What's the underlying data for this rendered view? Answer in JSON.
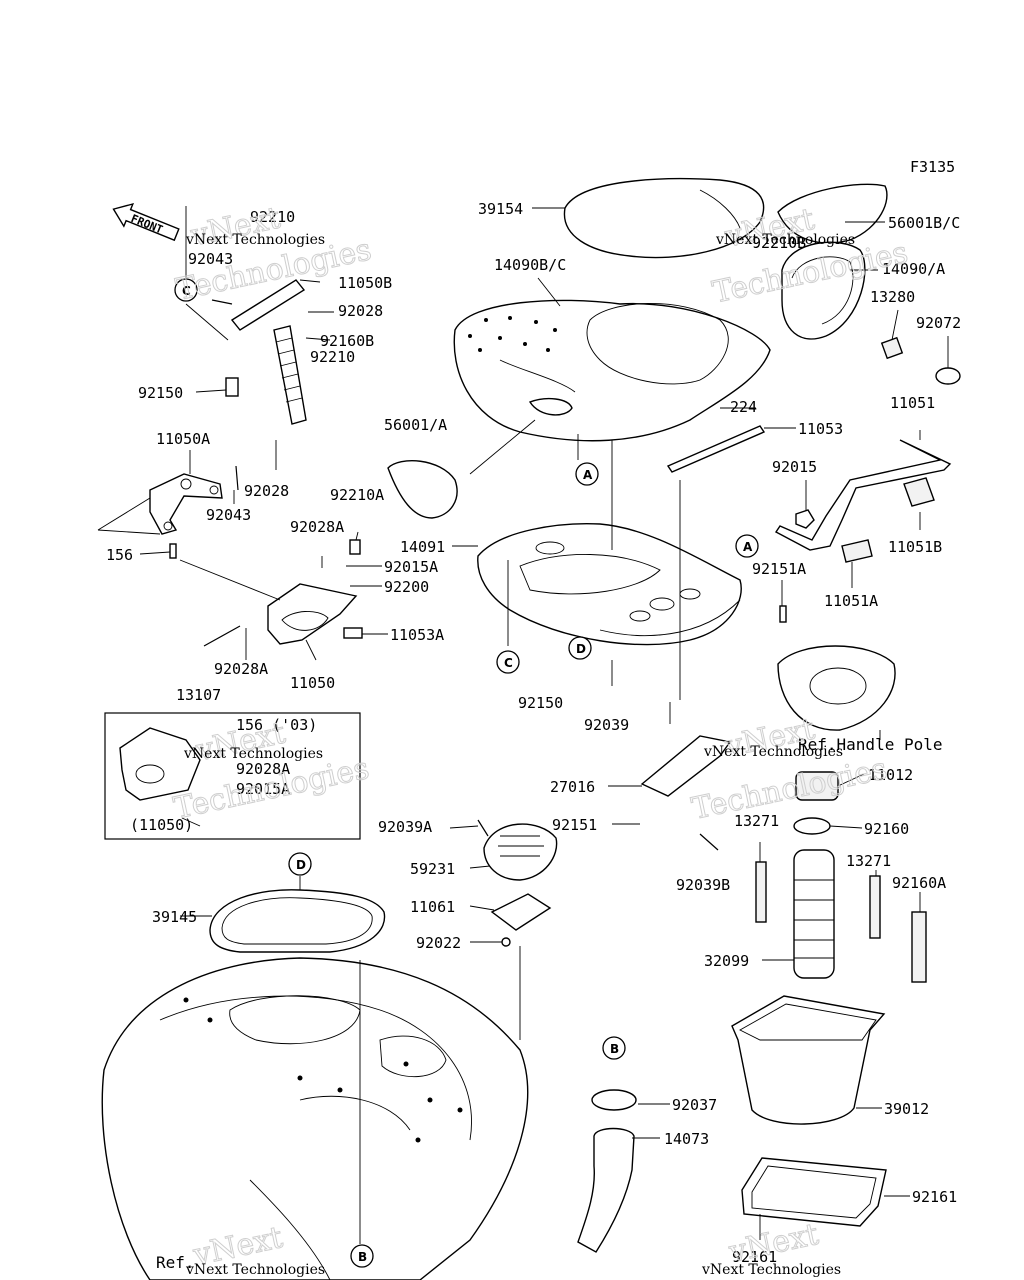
{
  "figure_code": "F3135",
  "front_arrow": "FRONT",
  "watermark": {
    "line1": "vNext Technologies",
    "big1": "vNext",
    "big2": "Technologies"
  },
  "part_labels": {
    "p39154": "39154",
    "p14090BC": "14090B/C",
    "p56001BC": "56001B/C",
    "p92210B_top": "92210B",
    "p14090A": "14090/A",
    "p13280": "13280",
    "p92072": "92072",
    "p224": "224",
    "p11053": "11053",
    "p11051": "11051",
    "p56001A": "56001/A",
    "p92015_r": "92015",
    "p11051B": "11051B",
    "p14091": "14091",
    "p92151A": "92151A",
    "p11051A": "11051A",
    "p92150_mid": "92150",
    "p92039": "92039",
    "p27016": "27016",
    "p11012": "11012",
    "p92151": "92151",
    "p13271_a": "13271",
    "p92160": "92160",
    "p13271_b": "13271",
    "p92160A": "92160A",
    "p92039B": "92039B",
    "p32099": "32099",
    "p92039A": "92039A",
    "p59231": "59231",
    "p11061": "11061",
    "p92022": "92022",
    "p39145": "39145",
    "p92037": "92037",
    "p14073": "14073",
    "p39012": "39012",
    "p92161_r": "92161",
    "p92161_b": "92161",
    "p92210_top": "92210",
    "p92043_top": "92043",
    "p11050B": "11050B",
    "p92028_top": "92028",
    "p92160B": "92160B",
    "p92210_mid": "92210",
    "p92150_left": "92150",
    "p11050A": "11050A",
    "p92028_mid": "92028",
    "p92043_mid": "92043",
    "p92210A": "92210A",
    "p92028A_top": "92028A",
    "p156": "156",
    "p92015A": "92015A",
    "p92200": "92200",
    "p11053A": "11053A",
    "p92028A_bot": "92028A",
    "p13107": "13107",
    "p11050": "11050",
    "inset_156": "156 ('03)",
    "inset_92028A": "92028A",
    "inset_92015A": "92015A",
    "inset_11050": "(11050)",
    "ref_handle_pole": "Ref.Handle Pole",
    "ref_bottom": "Ref."
  },
  "callouts": {
    "A": "A",
    "B": "B",
    "C": "C",
    "D": "D"
  }
}
